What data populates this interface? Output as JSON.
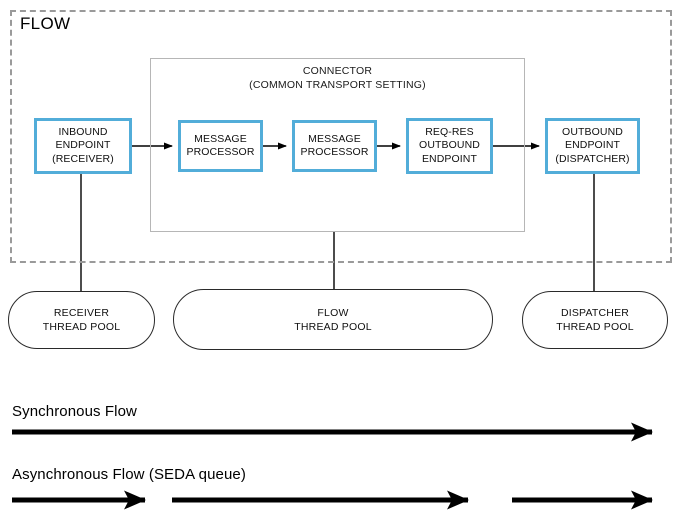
{
  "diagram": {
    "title": "FLOW",
    "flow_boundary": {
      "label": "FLOW",
      "style": "dashed",
      "color": "#9a9a9a"
    },
    "connector": {
      "title_line1": "CONNECTOR",
      "title_line2": "(COMMON TRANSPORT SETTING)",
      "border_color": "#b6b6b6"
    },
    "node_border_color": "#52add9",
    "nodes": [
      {
        "id": "inbound-endpoint",
        "lines": [
          "INBOUND",
          "ENDPOINT",
          "(RECEIVER)"
        ],
        "text": "INBOUND\nENDPOINT\n(RECEIVER)"
      },
      {
        "id": "message-processor-1",
        "lines": [
          "MESSAGE",
          "PROCESSOR"
        ],
        "text": "MESSAGE\nPROCESSOR"
      },
      {
        "id": "message-processor-2",
        "lines": [
          "MESSAGE",
          "PROCESSOR"
        ],
        "text": "MESSAGE\nPROCESSOR"
      },
      {
        "id": "req-res-outbound-endpoint",
        "lines": [
          "REQ-RES",
          "OUTBOUND",
          "ENDPOINT"
        ],
        "text": "REQ-RES\nOUTBOUND\nENDPOINT"
      },
      {
        "id": "outbound-endpoint",
        "lines": [
          "OUTBOUND",
          "ENDPOINT",
          "(DISPATCHER)"
        ],
        "text": "OUTBOUND\nENDPOINT\n(DISPATCHER)"
      }
    ],
    "thread_pools": [
      {
        "id": "receiver-thread-pool",
        "lines": [
          "RECEIVER",
          "THREAD POOL"
        ],
        "text": "RECEIVER\nTHREAD POOL"
      },
      {
        "id": "flow-thread-pool",
        "lines": [
          "FLOW",
          "THREAD POOL"
        ],
        "text": "FLOW\nTHREAD POOL"
      },
      {
        "id": "dispatcher-thread-pool",
        "lines": [
          "DISPATCHER",
          "THREAD POOL"
        ],
        "text": "DISPATCHER\nTHREAD POOL"
      }
    ],
    "legend": [
      {
        "id": "synchronous-flow",
        "label": "Synchronous Flow",
        "arrow_style": "single-continuous",
        "segments": 1
      },
      {
        "id": "asynchronous-flow",
        "label": "Asynchronous Flow (SEDA queue)",
        "arrow_style": "segmented",
        "segments": 3
      }
    ],
    "arrow_color": "#000000"
  }
}
